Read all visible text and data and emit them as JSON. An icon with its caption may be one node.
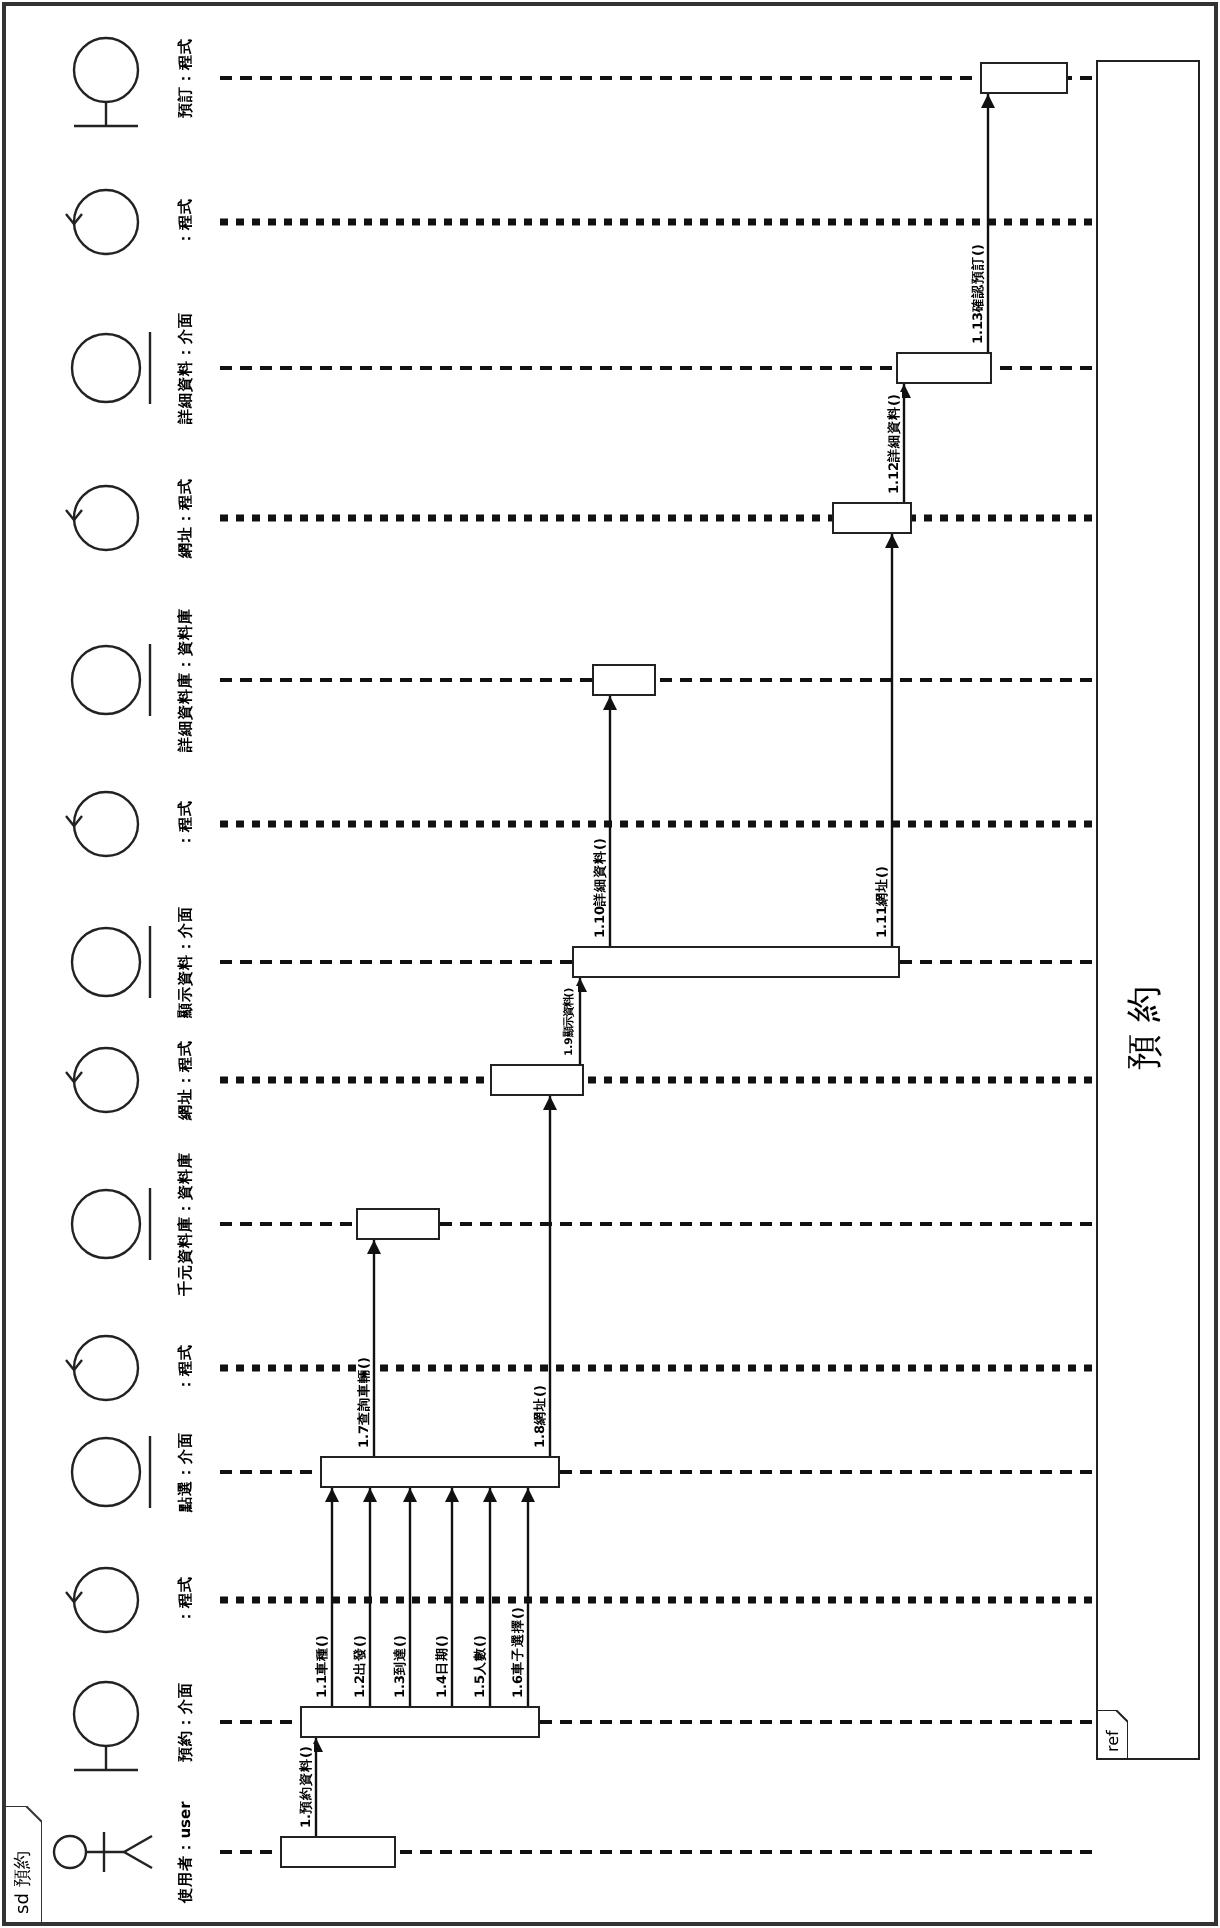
{
  "diagram": {
    "nodes": [
      {
        "text": [
          "sd 預約"
        ]
      },
      {
        "text": [
          "使用者：user"
        ],
        "in": 0
      },
      {
        "text": [
          "預約：介面"
        ],
        "in": 0
      },
      {
        "text": [
          "：程式"
        ],
        "in": 0
      },
      {
        "text": [
          "點選：介面"
        ],
        "in": 0
      },
      {
        "text": [
          "：程式"
        ],
        "in": 0
      },
      {
        "text": [
          "千元資料庫：資料庫"
        ],
        "in": 0
      },
      {
        "text": [
          "網址：程式"
        ],
        "in": 0
      },
      {
        "text": [
          "顯示資料：介面"
        ],
        "in": 0
      },
      {
        "text": [
          "：程式"
        ],
        "in": 0
      },
      {
        "text": [
          "詳細資料庫：資料庫"
        ],
        "in": 0
      },
      {
        "text": [
          "網址：程式"
        ],
        "in": 0
      },
      {
        "text": [
          "詳細資料：介面"
        ],
        "in": 0
      },
      {
        "text": [
          "：程式"
        ],
        "in": 0
      },
      {
        "text": [
          "預訂：程式"
        ],
        "in": 0
      },
      {
        "text": [],
        "shape": "bar",
        "in": 0
      },
      {
        "text": [],
        "shape": "bar",
        "in": 0
      },
      {
        "text": [],
        "shape": "bar",
        "in": 0
      },
      {
        "text": [],
        "shape": "bar",
        "in": 0
      },
      {
        "text": [],
        "shape": "bar",
        "in": 0
      },
      {
        "text": [],
        "shape": "bar",
        "in": 0
      },
      {
        "text": [],
        "shape": "bar",
        "in": 0
      },
      {
        "text": [],
        "shape": "bar",
        "in": 0
      },
      {
        "text": [],
        "shape": "bar",
        "in": 0
      },
      {
        "text": [],
        "shape": "bar",
        "in": 0
      },
      {
        "text": [
          "ref",
          "預 約"
        ],
        "in": 0
      }
    ],
    "edges": [
      {
        "from": 15,
        "to": 16,
        "arrow": "to",
        "label": "1.預約資料()"
      },
      {
        "from": 16,
        "to": 17,
        "arrow": "to",
        "label": "1.1車種()"
      },
      {
        "from": 16,
        "to": 17,
        "arrow": "to",
        "label": "1.2出發()"
      },
      {
        "from": 16,
        "to": 17,
        "arrow": "to",
        "label": "1.3到達()"
      },
      {
        "from": 16,
        "to": 17,
        "arrow": "to",
        "label": "1.4日期()"
      },
      {
        "from": 16,
        "to": 17,
        "arrow": "to",
        "label": "1.5人數()"
      },
      {
        "from": 16,
        "to": 17,
        "arrow": "to",
        "label": "1.6車子選擇()"
      },
      {
        "from": 17,
        "to": 18,
        "arrow": "to",
        "label": "1.7查詢車輛()"
      },
      {
        "from": 17,
        "to": 19,
        "arrow": "to",
        "label": "1.8網址()"
      },
      {
        "from": 19,
        "to": 20,
        "arrow": "to",
        "label": "1.9顯示資料()"
      },
      {
        "from": 20,
        "to": 21,
        "arrow": "to",
        "label": "1.10詳細資料()"
      },
      {
        "from": 20,
        "to": 22,
        "arrow": "to",
        "label": "1.11網址()"
      },
      {
        "from": 22,
        "to": 23,
        "arrow": "to",
        "label": "1.12詳細資料()"
      },
      {
        "from": 23,
        "to": 24,
        "arrow": "to",
        "label": "1.13確認預訂()"
      }
    ]
  }
}
